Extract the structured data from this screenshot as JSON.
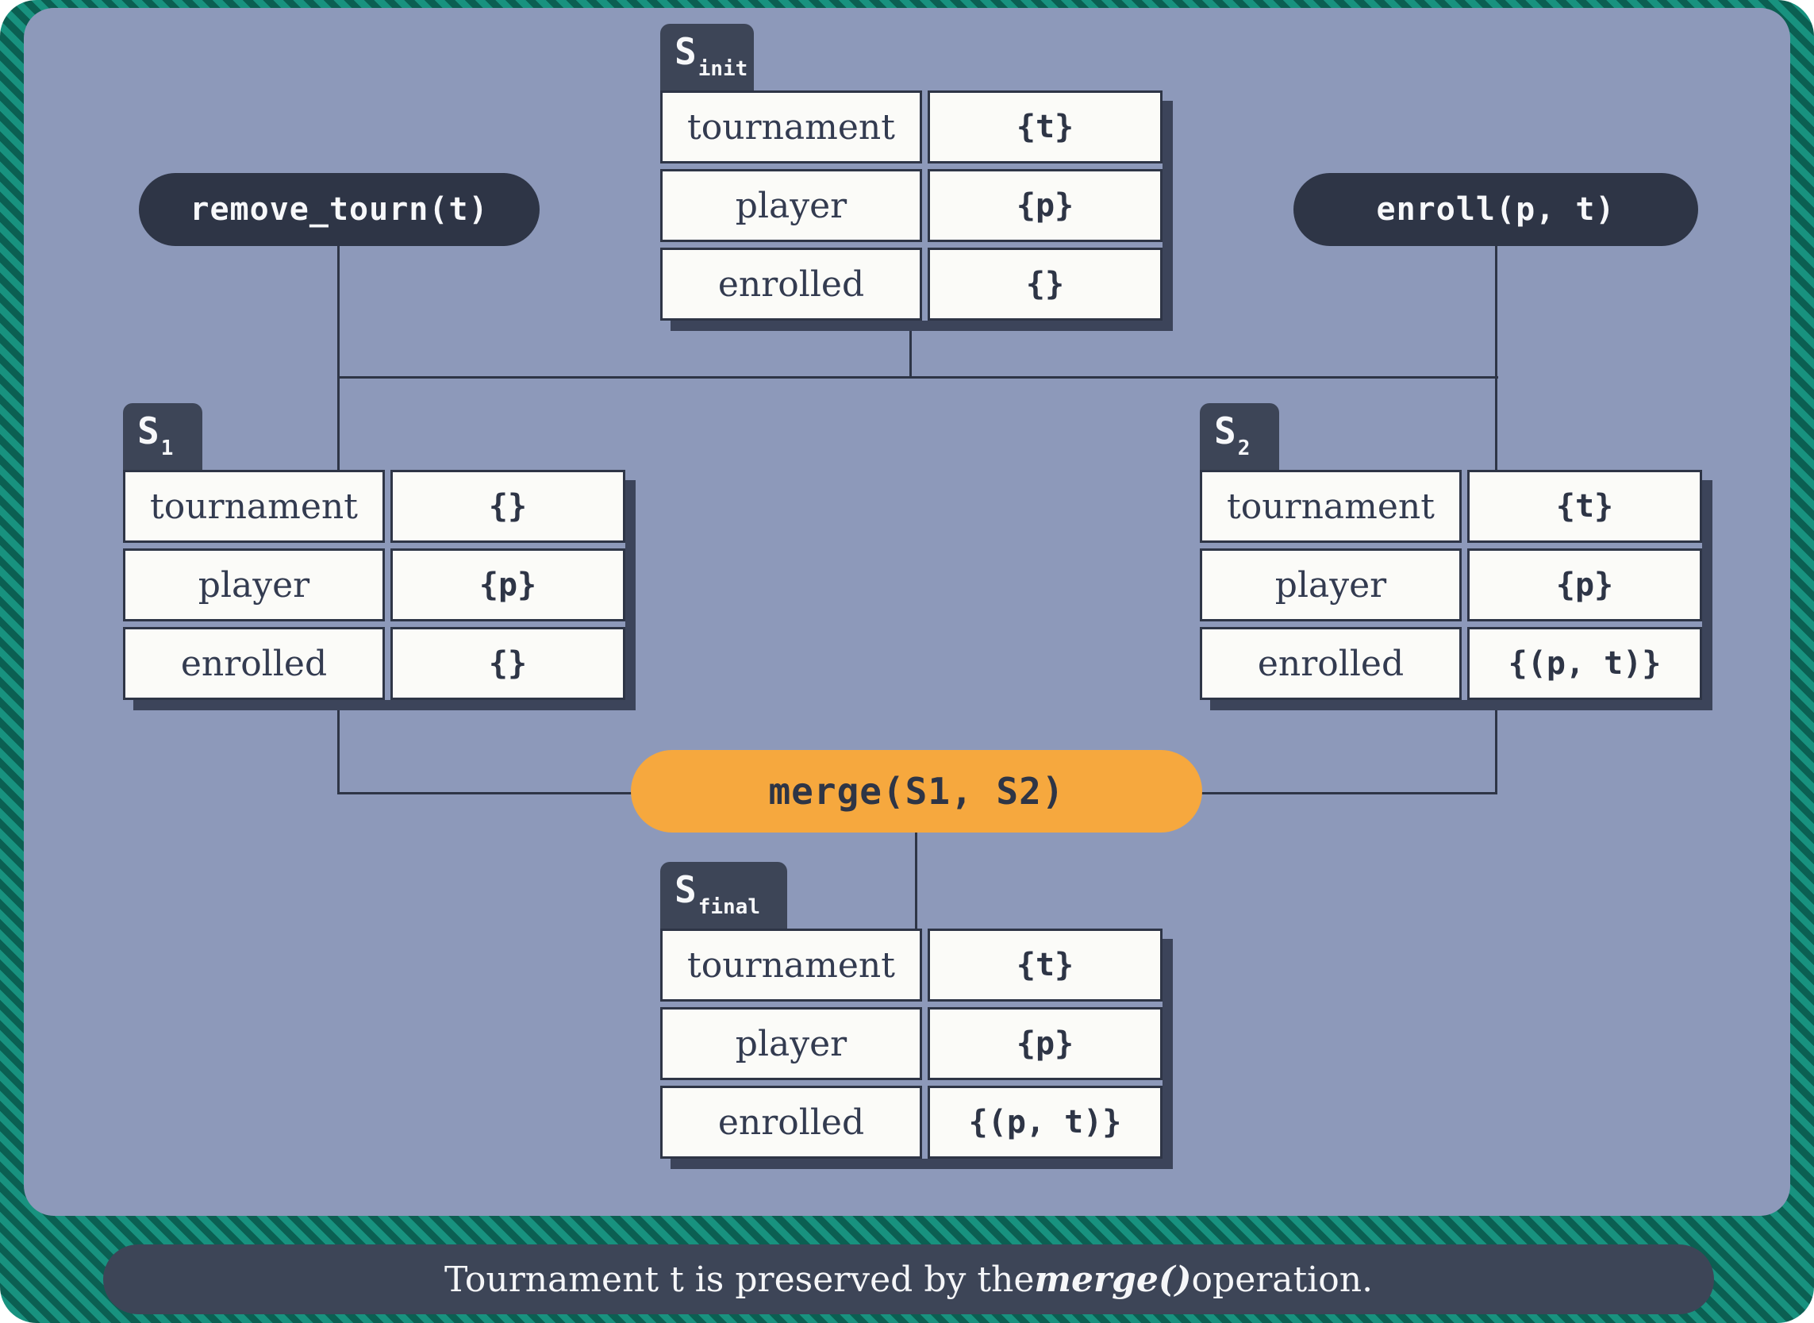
{
  "operations": {
    "remove_tourn": "remove_tourn(t)",
    "enroll": "enroll(p, t)",
    "merge": "merge(S1, S2)"
  },
  "tables": {
    "s_init": {
      "label": "S",
      "label_sub": "init",
      "rows": [
        {
          "key": "tournament",
          "value": "{t}"
        },
        {
          "key": "player",
          "value": "{p}"
        },
        {
          "key": "enrolled",
          "value": "{}"
        }
      ]
    },
    "s1": {
      "label": "S",
      "label_sub": "1",
      "rows": [
        {
          "key": "tournament",
          "value": "{}"
        },
        {
          "key": "player",
          "value": "{p}"
        },
        {
          "key": "enrolled",
          "value": "{}"
        }
      ]
    },
    "s2": {
      "label": "S",
      "label_sub": "2",
      "rows": [
        {
          "key": "tournament",
          "value": "{t}"
        },
        {
          "key": "player",
          "value": "{p}"
        },
        {
          "key": "enrolled",
          "value": "{(p, t)}"
        }
      ]
    },
    "s_final": {
      "label": "S",
      "label_sub": "final",
      "rows": [
        {
          "key": "tournament",
          "value": "{t}"
        },
        {
          "key": "player",
          "value": "{p}"
        },
        {
          "key": "enrolled",
          "value": "{(p, t)}"
        }
      ]
    }
  },
  "caption": {
    "prefix": "Tournament t is preserved by the ",
    "emphasis": "merge()",
    "suffix": " operation."
  },
  "colors": {
    "panel": "#8d99ba",
    "navy": "#2e3546",
    "tab": "#3d4557",
    "orange": "#f6a83e",
    "stripe_light": "#18927f",
    "stripe_dark": "#0b5f52",
    "cell": "#fbfbf8"
  }
}
